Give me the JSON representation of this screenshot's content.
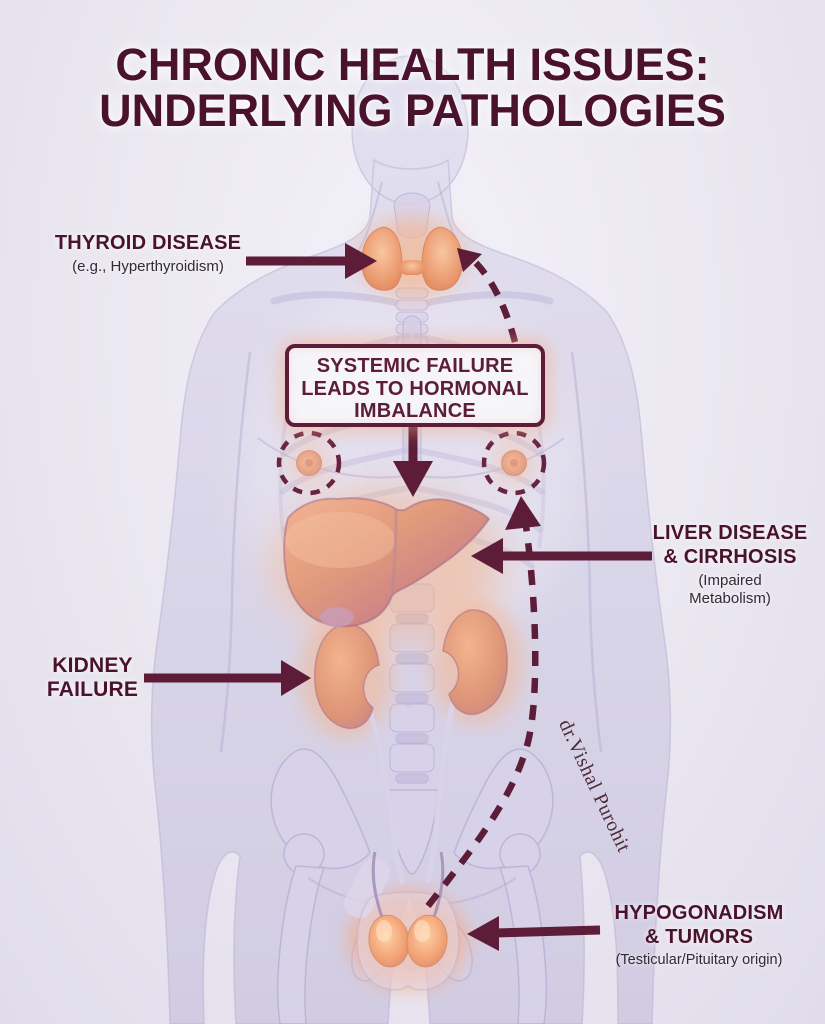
{
  "title": {
    "line1": "CHRONIC HEALTH ISSUES:",
    "line2": "UNDERLYING PATHOLOGIES"
  },
  "annotations": {
    "thyroid": {
      "title": "THYROID DISEASE",
      "subtitle": "(e.g., Hyperthyroidism)"
    },
    "systemic_box": {
      "line1": "SYSTEMIC FAILURE",
      "line2": "LEADS TO HORMONAL",
      "line3": "IMBALANCE"
    },
    "liver": {
      "title_line1": "LIVER DISEASE",
      "title_line2": "& CIRRHOSIS",
      "subtitle": "(Impaired Metabolism)"
    },
    "kidney": {
      "title_line1": "KIDNEY",
      "title_line2": "FAILURE"
    },
    "gonads": {
      "title_line1": "HYPOGONADISM",
      "title_line2": "& TUMORS",
      "subtitle": "(Testicular/Pituitary origin)"
    }
  },
  "watermark": "dr.Vishal Purohit",
  "colors": {
    "title_text": "#4a122c",
    "accent": "#5d1c37",
    "subtitle_text": "#322a36",
    "background": "#eae7f1",
    "body_fill": "#d8d4e8",
    "organ_highlight": "#e08a66"
  }
}
